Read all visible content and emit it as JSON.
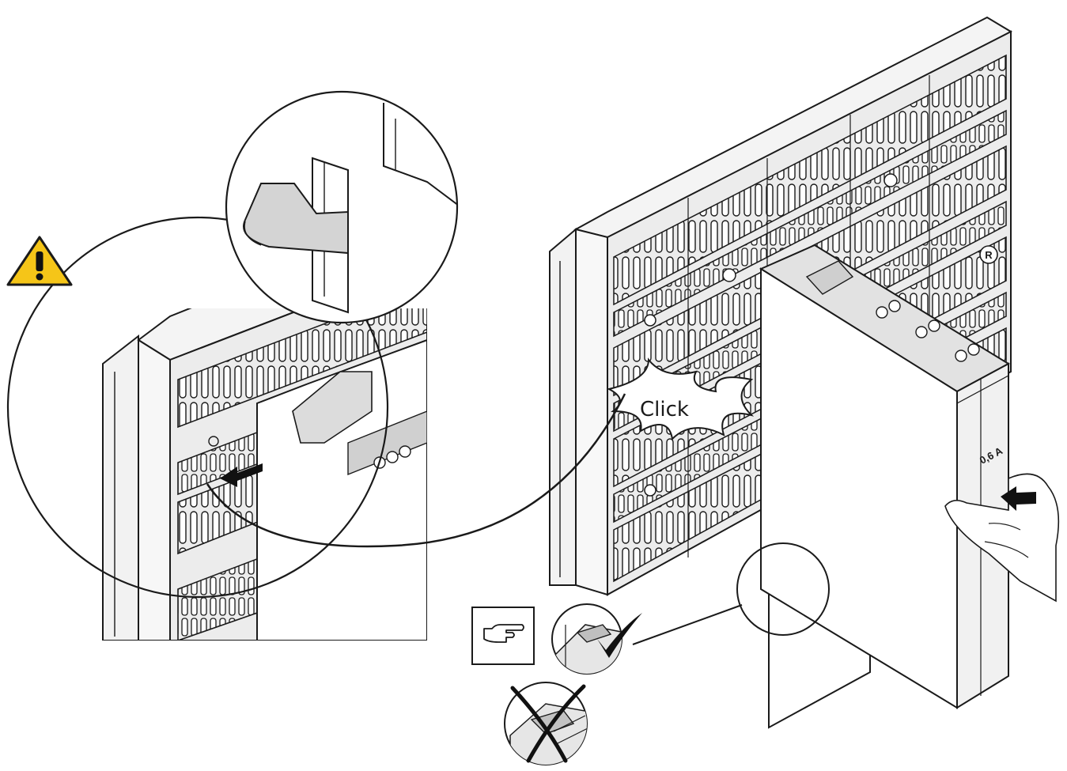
{
  "illustration": {
    "click_text": "Click",
    "module_rating": "0,6 A",
    "registered_mark": "R"
  },
  "colors": {
    "outline": "#1a1a1a",
    "housing_fill": "#ededed",
    "slot_fill": "#d9d9d9",
    "warning_yellow": "#f5c518",
    "arrow": "#111111",
    "correct_check": "#111111",
    "wrong_cross": "#111111"
  },
  "icons": {
    "warning": "warning-triangle-icon",
    "hint": "pointing-hand-icon",
    "correct": "checkmark-icon",
    "wrong": "cross-icon"
  }
}
